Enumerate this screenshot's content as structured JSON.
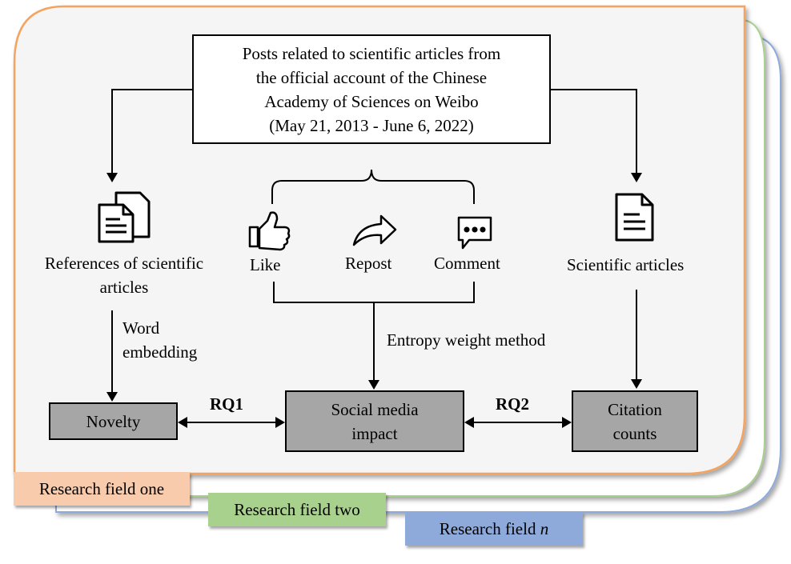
{
  "source_box": {
    "line1": "Posts related to scientific articles from",
    "line2": "the official account of the Chinese",
    "line3": "Academy of Sciences on Weibo",
    "line4": "(May 21, 2013 - June 6, 2022)"
  },
  "left_column": {
    "icon": "documents-icon",
    "label_line1": "References of scientific",
    "label_line2": "articles",
    "method_line1": "Word",
    "method_line2": "embedding"
  },
  "middle_column": {
    "metrics": [
      {
        "icon": "thumbs-up-icon",
        "label": "Like"
      },
      {
        "icon": "share-arrow-icon",
        "label": "Repost"
      },
      {
        "icon": "comment-bubble-icon",
        "label": "Comment"
      }
    ],
    "method": "Entropy weight method"
  },
  "right_column": {
    "icon": "document-icon",
    "label": "Scientific articles"
  },
  "outcomes": {
    "novelty": "Novelty",
    "social_line1": "Social media",
    "social_line2": "impact",
    "citation_line1": "Citation",
    "citation_line2": "counts"
  },
  "research_questions": {
    "rq1": "RQ1",
    "rq2": "RQ2"
  },
  "research_fields": {
    "one": "Research field one",
    "two": "Research field two",
    "n_prefix": "Research field",
    "n_suffix": "n"
  },
  "colors": {
    "panel_one_border": "#f4a460",
    "panel_two_border": "#a9d18e",
    "panel_n_border": "#8eaadb",
    "tab_one": "#f8cbad",
    "tab_two": "#a9d18e",
    "tab_n": "#8eaadb",
    "outcome_box": "#a6a6a6"
  }
}
